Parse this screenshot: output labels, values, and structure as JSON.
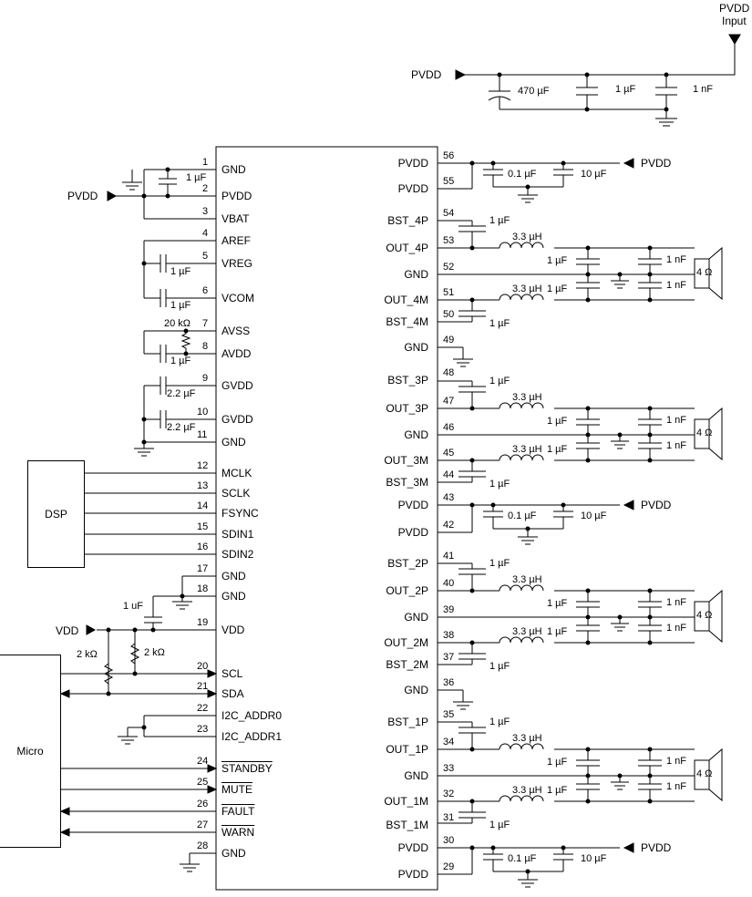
{
  "top_input": {
    "title_line1": "PVDD",
    "title_line2": "Input",
    "net_label": "PVDD",
    "caps": [
      "470 µF",
      "1 µF",
      "1 nF"
    ]
  },
  "ic": {
    "left_pins": [
      {
        "num": "1",
        "name": "GND"
      },
      {
        "num": "2",
        "name": "PVDD"
      },
      {
        "num": "3",
        "name": "VBAT"
      },
      {
        "num": "4",
        "name": "AREF"
      },
      {
        "num": "5",
        "name": "VREG"
      },
      {
        "num": "6",
        "name": "VCOM"
      },
      {
        "num": "7",
        "name": "AVSS"
      },
      {
        "num": "8",
        "name": "AVDD"
      },
      {
        "num": "9",
        "name": "GVDD"
      },
      {
        "num": "10",
        "name": "GVDD"
      },
      {
        "num": "11",
        "name": "GND"
      },
      {
        "num": "12",
        "name": "MCLK"
      },
      {
        "num": "13",
        "name": "SCLK"
      },
      {
        "num": "14",
        "name": "FSYNC"
      },
      {
        "num": "15",
        "name": "SDIN1"
      },
      {
        "num": "16",
        "name": "SDIN2"
      },
      {
        "num": "17",
        "name": "GND"
      },
      {
        "num": "18",
        "name": "GND"
      },
      {
        "num": "19",
        "name": "VDD"
      },
      {
        "num": "20",
        "name": "SCL"
      },
      {
        "num": "21",
        "name": "SDA"
      },
      {
        "num": "22",
        "name": "I2C_ADDR0"
      },
      {
        "num": "23",
        "name": "I2C_ADDR1"
      },
      {
        "num": "24",
        "name": "STANDBY",
        "overline": true
      },
      {
        "num": "25",
        "name": "MUTE",
        "overline": true
      },
      {
        "num": "26",
        "name": "FAULT",
        "overline": true
      },
      {
        "num": "27",
        "name": "WARN",
        "overline": true
      },
      {
        "num": "28",
        "name": "GND"
      }
    ],
    "right_pins": [
      {
        "num": "56",
        "name": "PVDD"
      },
      {
        "num": "55",
        "name": "PVDD"
      },
      {
        "num": "54",
        "name": "BST_4P"
      },
      {
        "num": "53",
        "name": "OUT_4P"
      },
      {
        "num": "52",
        "name": "GND"
      },
      {
        "num": "51",
        "name": "OUT_4M"
      },
      {
        "num": "50",
        "name": "BST_4M"
      },
      {
        "num": "49",
        "name": "GND"
      },
      {
        "num": "48",
        "name": "BST_3P"
      },
      {
        "num": "47",
        "name": "OUT_3P"
      },
      {
        "num": "46",
        "name": "GND"
      },
      {
        "num": "45",
        "name": "OUT_3M"
      },
      {
        "num": "44",
        "name": "BST_3M"
      },
      {
        "num": "43",
        "name": "PVDD"
      },
      {
        "num": "42",
        "name": "PVDD"
      },
      {
        "num": "41",
        "name": "BST_2P"
      },
      {
        "num": "40",
        "name": "OUT_2P"
      },
      {
        "num": "39",
        "name": "GND"
      },
      {
        "num": "38",
        "name": "OUT_2M"
      },
      {
        "num": "37",
        "name": "BST_2M"
      },
      {
        "num": "36",
        "name": "GND"
      },
      {
        "num": "35",
        "name": "BST_1P"
      },
      {
        "num": "34",
        "name": "OUT_1P"
      },
      {
        "num": "33",
        "name": "GND"
      },
      {
        "num": "32",
        "name": "OUT_1M"
      },
      {
        "num": "31",
        "name": "BST_1M"
      },
      {
        "num": "30",
        "name": "PVDD"
      },
      {
        "num": "29",
        "name": "PVDD"
      }
    ]
  },
  "left_components": {
    "pvdd_net": "PVDD",
    "vdd_net": "VDD",
    "c_pin1_2": "1 µF",
    "c_vreg": "1 µF",
    "c_vcom": "1 µF",
    "r_avss": "20 kΩ",
    "c_avdd": "1 µF",
    "c_gvdd9": "2.2 µF",
    "c_gvdd10": "2.2 µF",
    "c_vdd": "1 uF",
    "r_scl": "2 kΩ",
    "r_sda": "2 kΩ"
  },
  "blocks": {
    "dsp": "DSP",
    "micro": "Micro"
  },
  "right_components": {
    "pvdd_net": "PVDD",
    "decoupling": [
      "0.1 µF",
      "10 µF"
    ],
    "bst_cap": "1 µF",
    "inductor": "3.3 µH",
    "filter_cap": "1 µF",
    "emi_cap": "1 nF",
    "speaker": "4 Ω"
  }
}
